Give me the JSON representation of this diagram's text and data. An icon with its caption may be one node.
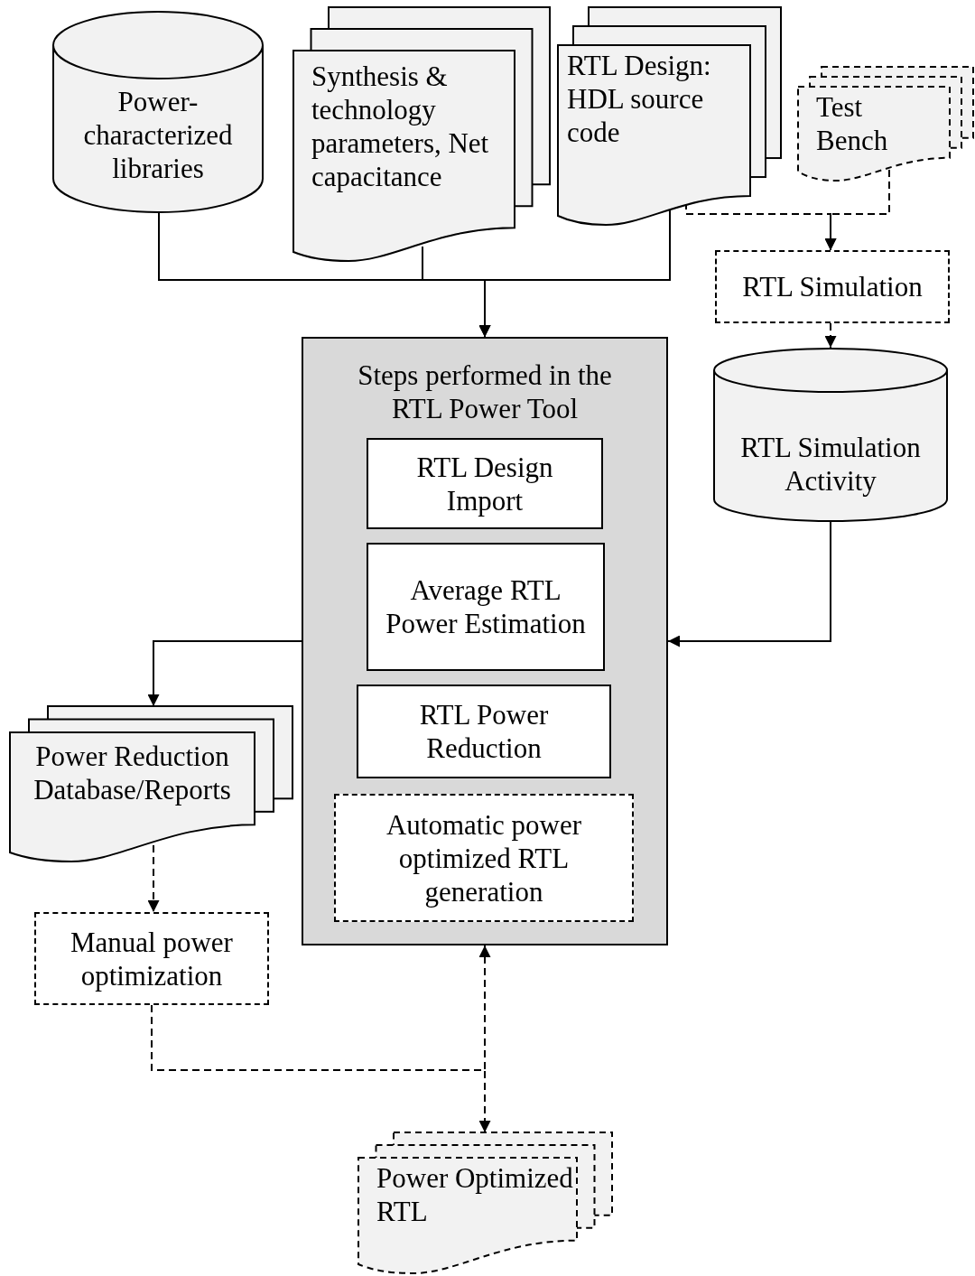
{
  "diagram": {
    "nodes": [
      {
        "text": [
          "Power-characterized libraries"
        ]
      },
      {
        "text": [
          "Synthesis & technology parameters, Net capacitance"
        ]
      },
      {
        "text": [
          "RTL Design: HDL source code"
        ]
      },
      {
        "text": [
          "Test Bench"
        ]
      },
      {
        "text": [
          "RTL Simulation"
        ]
      },
      {
        "text": [
          "RTL Simulation Activity"
        ]
      },
      {
        "text": [
          "Steps performed in the RTL Power Tool"
        ]
      },
      {
        "text": [
          "RTL Design Import"
        ],
        "in": 6
      },
      {
        "text": [
          "Average RTL Power Estimation"
        ],
        "in": 6
      },
      {
        "text": [
          "RTL Power Reduction"
        ],
        "in": 6
      },
      {
        "text": [
          "Automatic power optimized RTL generation"
        ],
        "in": 6
      },
      {
        "text": [
          "Power Reduction Database/Reports"
        ]
      },
      {
        "text": [
          "Manual power optimization"
        ]
      },
      {
        "text": [
          "Power Optimized RTL"
        ]
      }
    ],
    "edges": [
      {
        "from": 0,
        "to": 6,
        "arrow": "to"
      },
      {
        "from": 1,
        "to": 6,
        "arrow": "to"
      },
      {
        "from": 2,
        "to": 6,
        "arrow": "to"
      },
      {
        "from": 2,
        "to": 4,
        "arrow": "to",
        "style": "dashed"
      },
      {
        "from": 3,
        "to": 4,
        "arrow": "to",
        "style": "dashed"
      },
      {
        "from": 4,
        "to": 5,
        "arrow": "to",
        "style": "dashed"
      },
      {
        "from": 5,
        "to": 6,
        "arrow": "to"
      },
      {
        "from": 6,
        "to": 11,
        "arrow": "to"
      },
      {
        "from": 11,
        "to": 12,
        "arrow": "to",
        "style": "dashed"
      },
      {
        "from": 12,
        "to": 6,
        "arrow": "to",
        "style": "dashed"
      },
      {
        "from": 12,
        "to": 13,
        "arrow": "to",
        "style": "dashed"
      }
    ]
  }
}
